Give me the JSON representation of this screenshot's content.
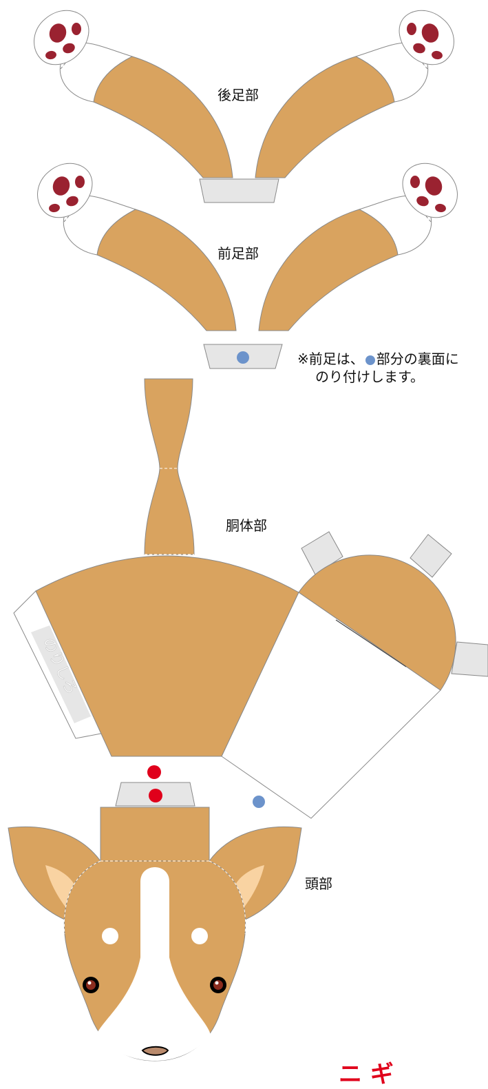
{
  "labels": {
    "hind_legs": "後足部",
    "front_legs": "前足部",
    "torso": "胴体部",
    "head": "頭部",
    "glue_tab": "のりしろ"
  },
  "note": {
    "prefix": "※前足は、",
    "suffix": "部分の裏面に",
    "line2": "のり付けします。"
  },
  "bottom_cut_text": "ニ ギ",
  "colors": {
    "fur": "#d9a35f",
    "paw_pad": "#9a2230",
    "tab_gray": "#e6e6e6",
    "outline": "#888888",
    "blue_marker": "#6c93cb",
    "red_marker": "#e0001b",
    "inner_ear": "#f9d3a2",
    "nose": "#b98a6c"
  }
}
